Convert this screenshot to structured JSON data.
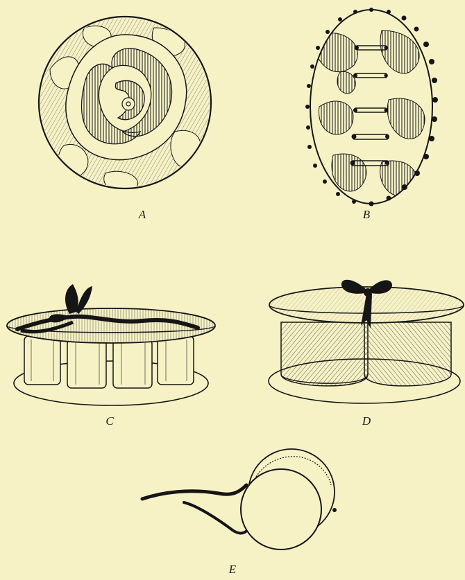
{
  "plate": {
    "background": "#f6f2c6",
    "ink": "#151515",
    "figures": [
      {
        "id": "A",
        "label": "A",
        "subject": "circular-embroidered-cover"
      },
      {
        "id": "B",
        "label": "B",
        "subject": "oval-cover-laced-with-pins"
      },
      {
        "id": "C",
        "label": "C",
        "subject": "spool-holder-with-bow"
      },
      {
        "id": "D",
        "label": "D",
        "subject": "wrapped-spool-holder-with-bow"
      },
      {
        "id": "E",
        "label": "E",
        "subject": "round-case-with-ribbon"
      }
    ]
  }
}
